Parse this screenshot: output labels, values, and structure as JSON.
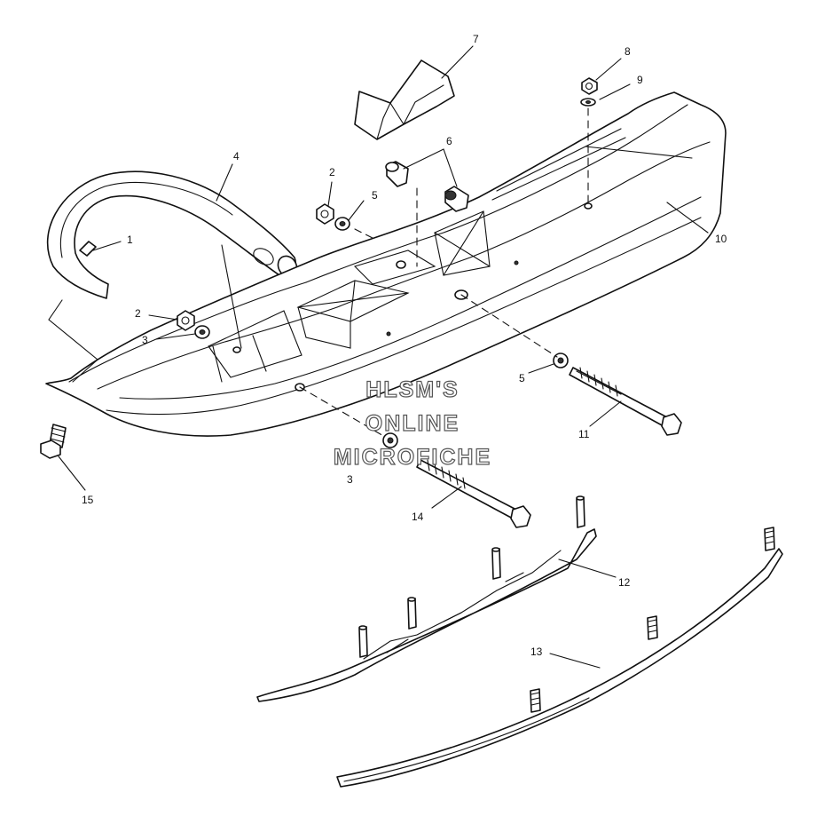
{
  "callouts": {
    "c1": "1",
    "c2a": "2",
    "c2b": "2",
    "c3a": "3",
    "c3b": "3",
    "c4": "4",
    "c5a": "5",
    "c5b": "5",
    "c6": "6",
    "c7": "7",
    "c8": "8",
    "c9": "9",
    "c10": "10",
    "c11": "11",
    "c12": "12",
    "c13": "13",
    "c14": "14",
    "c15": "15"
  },
  "watermark": {
    "line1": "HLSM'S",
    "line2": "ONLINE",
    "line3": "MICROFICHE"
  }
}
